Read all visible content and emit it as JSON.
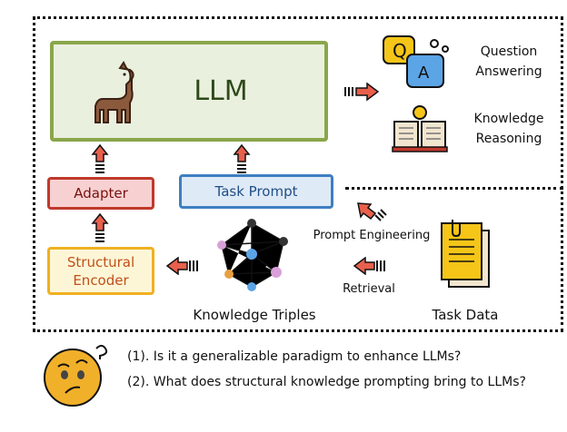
{
  "llm": {
    "label": "LLM"
  },
  "adapter": {
    "label": "Adapter"
  },
  "task_prompt": {
    "label": "Task Prompt"
  },
  "structural_encoder": {
    "line1": "Structural",
    "line2": "Encoder"
  },
  "outputs": {
    "qa_line1": "Question",
    "qa_line2": "Answering",
    "kr_line1": "Knowledge",
    "kr_line2": "Reasoning",
    "qa_icon_text_q": "Q",
    "qa_icon_text_a": "A"
  },
  "knowledge_triples": {
    "label": "Knowledge Triples"
  },
  "task_data": {
    "label": "Task Data"
  },
  "edges": {
    "prompt_engineering": "Prompt Engineering",
    "retrieval": "Retrieval"
  },
  "questions": [
    "(1). Is it a generalizable paradigm to enhance LLMs?",
    "(2). What does structural knowledge prompting bring to LLMs?"
  ],
  "colors": {
    "llm": "#8aa64a",
    "adapter": "#c0392b",
    "task_prompt": "#3e7fc1",
    "encoder": "#f0b020",
    "arrow": "#e8604c"
  }
}
